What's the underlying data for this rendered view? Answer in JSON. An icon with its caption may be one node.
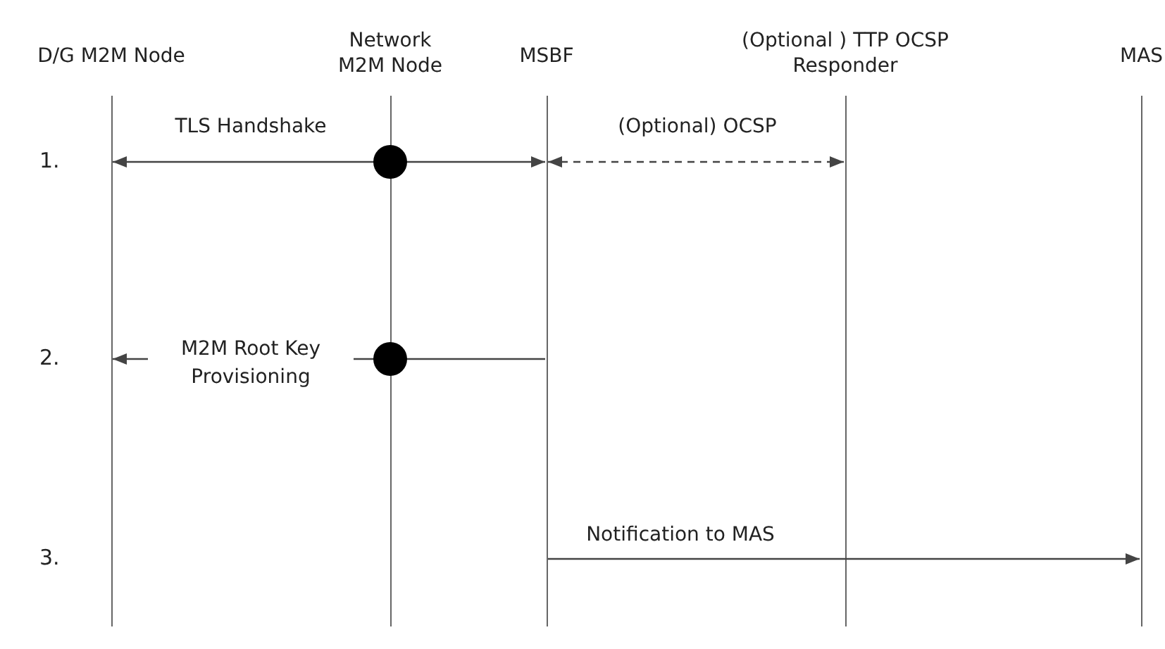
{
  "diagram": {
    "nodes": [
      {
        "text": [
          "D/G M2M Node"
        ]
      },
      {
        "text": [
          "Network M2M Node"
        ]
      },
      {
        "text": [
          "MSBF"
        ]
      },
      {
        "text": [
          "(Optional ) TTP OCSP Responder"
        ]
      },
      {
        "text": [
          "MAS"
        ]
      }
    ],
    "edges": [
      {
        "from": 0,
        "to": 2,
        "arrow": "both",
        "label": "TLS Handshake"
      },
      {
        "from": 2,
        "to": 3,
        "arrow": "both",
        "label": "(Optional) OCSP",
        "style": "dashed"
      },
      {
        "from": 2,
        "to": 0,
        "arrow": "to",
        "label": "M2M Root Key Provisioning"
      },
      {
        "from": 2,
        "to": 4,
        "arrow": "to",
        "label": "Notification to MAS"
      }
    ],
    "labels": [
      "1.",
      "2.",
      "3."
    ]
  }
}
